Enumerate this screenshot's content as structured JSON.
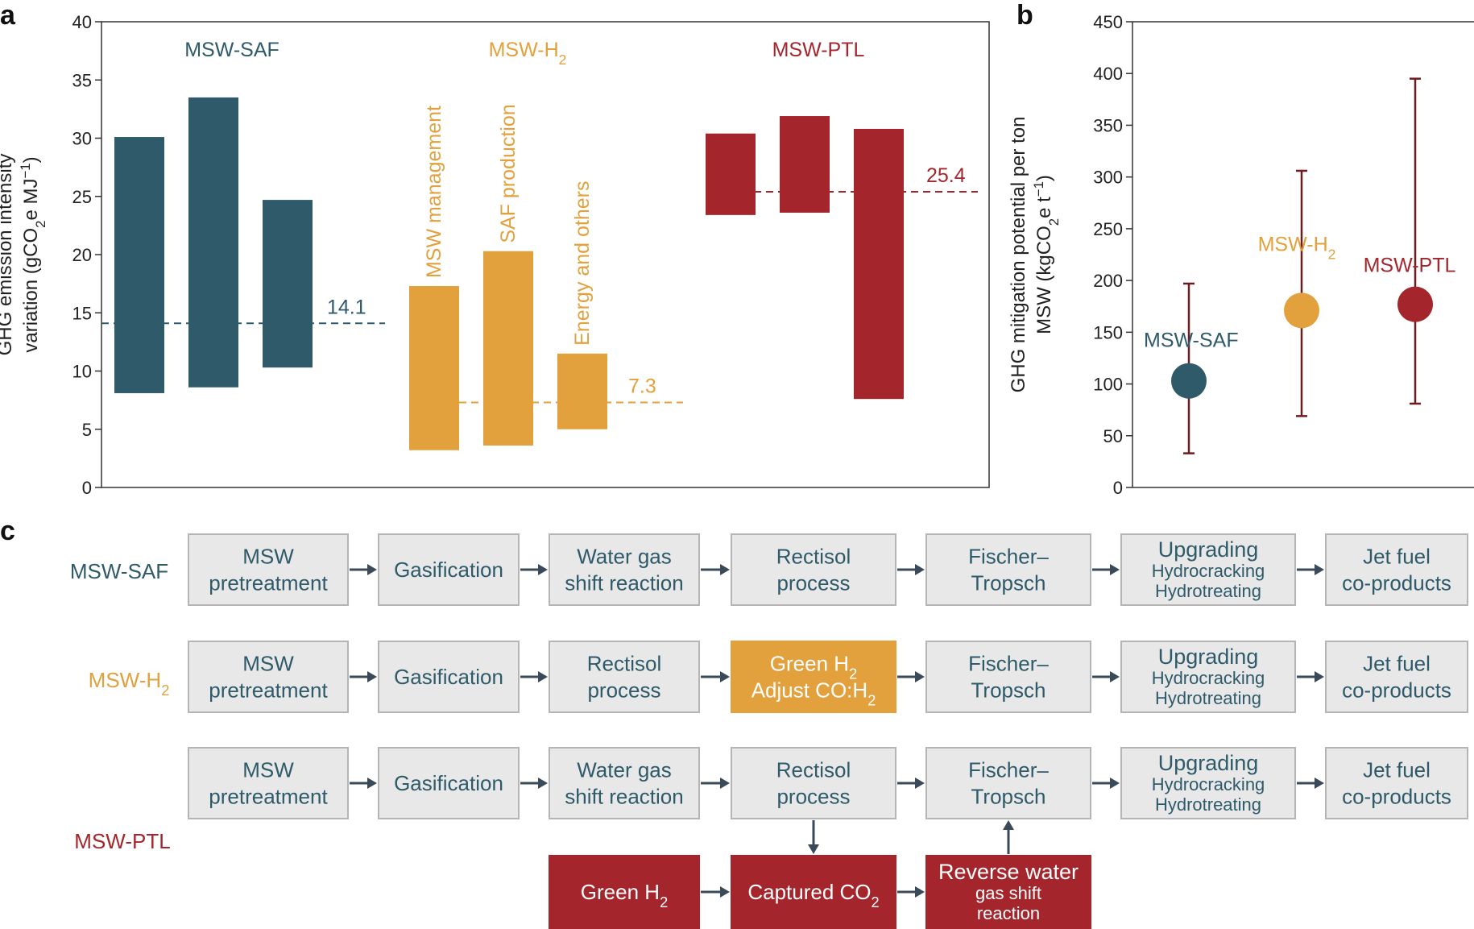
{
  "colors": {
    "saf": "#2e5a6a",
    "h2": "#e3a13d",
    "ptl": "#a4262c",
    "box_fill": "#e8e8e8",
    "box_stroke": "#b5b5b5",
    "arrow": "#3a4a58"
  },
  "chart_data": [
    {
      "panel": "a",
      "type": "bar",
      "ylabel_line1": "GHG emission intensity",
      "ylabel_line2_pre": "variation (gCO",
      "ylabel_line2_sub": "2",
      "ylabel_line2_mid": "e MJ",
      "ylabel_line2_sup": "−1",
      "ylabel_line2_post": ")",
      "ylim": [
        0,
        40
      ],
      "yticks": [
        0,
        5,
        10,
        15,
        20,
        25,
        30,
        35,
        40
      ],
      "grid": false,
      "groups": [
        {
          "label": "MSW-SAF",
          "label_sub": "",
          "color": "saf",
          "bars": [
            {
              "label": "",
              "low": 8.1,
              "high": 30.1
            },
            {
              "label": "",
              "low": 8.6,
              "high": 33.5
            },
            {
              "label": "",
              "low": 10.3,
              "high": 24.7
            }
          ],
          "mean": 14.1,
          "mean_label": "14.1"
        },
        {
          "label": "MSW-H",
          "label_sub": "2",
          "color": "h2",
          "bars": [
            {
              "label": "MSW management",
              "low": 3.2,
              "high": 17.3
            },
            {
              "label": "SAF production",
              "low": 3.6,
              "high": 20.3
            },
            {
              "label": "Energy and others",
              "low": 5.0,
              "high": 11.5
            }
          ],
          "mean": 7.3,
          "mean_label": "7.3"
        },
        {
          "label": "MSW-PTL",
          "label_sub": "",
          "color": "ptl",
          "bars": [
            {
              "label": "",
              "low": 23.4,
              "high": 30.4
            },
            {
              "label": "",
              "low": 23.6,
              "high": 31.9
            },
            {
              "label": "",
              "low": 7.6,
              "high": 30.8
            }
          ],
          "mean": 25.4,
          "mean_label": "25.4"
        }
      ]
    },
    {
      "panel": "b",
      "type": "scatter",
      "ylabel_line1": "GHG mitigation potential per ton",
      "ylabel_line2_pre": "MSW (kgCO",
      "ylabel_line2_sub": "2",
      "ylabel_line2_mid": "e t",
      "ylabel_line2_sup": "−1",
      "ylabel_line2_post": ")",
      "ylim": [
        0,
        450
      ],
      "yticks": [
        0,
        50,
        100,
        150,
        200,
        250,
        300,
        350,
        400,
        450
      ],
      "grid": false,
      "points": [
        {
          "label": "MSW-SAF",
          "label_sub": "",
          "color": "saf",
          "value": 103,
          "low": 33,
          "high": 197
        },
        {
          "label": "MSW-H",
          "label_sub": "2",
          "color": "h2",
          "value": 171,
          "low": 69,
          "high": 306
        },
        {
          "label": "MSW-PTL",
          "label_sub": "",
          "color": "ptl",
          "value": 177,
          "low": 81,
          "high": 395
        }
      ]
    }
  ],
  "panel_labels": {
    "a": "a",
    "b": "b",
    "c": "c"
  },
  "flow": {
    "rows": [
      {
        "label": "MSW-SAF",
        "label_sub": "",
        "color": "saf",
        "steps": [
          {
            "lines": [
              "MSW",
              "pretreatment"
            ]
          },
          {
            "lines": [
              "Gasification"
            ]
          },
          {
            "lines": [
              "Water gas",
              "shift reaction"
            ]
          },
          {
            "lines": [
              "Rectisol",
              "process"
            ]
          },
          {
            "lines": [
              "Fischer–",
              "Tropsch"
            ]
          },
          {
            "lines": [
              "Upgrading",
              "Hydrocracking",
              "Hydrotreating"
            ]
          },
          {
            "lines": [
              "Jet fuel",
              "co-products"
            ]
          }
        ]
      },
      {
        "label": "MSW-H",
        "label_sub": "2",
        "color": "h2",
        "steps": [
          {
            "lines": [
              "MSW",
              "pretreatment"
            ]
          },
          {
            "lines": [
              "Gasification"
            ]
          },
          {
            "lines": [
              "Rectisol",
              "process"
            ]
          },
          {
            "lines": [
              "Green H|2",
              "Adjust CO:H|2"
            ],
            "highlight": "h2"
          },
          {
            "lines": [
              "Fischer–",
              "Tropsch"
            ]
          },
          {
            "lines": [
              "Upgrading",
              "Hydrocracking",
              "Hydrotreating"
            ]
          },
          {
            "lines": [
              "Jet fuel",
              "co-products"
            ]
          }
        ]
      },
      {
        "label": "MSW-PTL",
        "label_sub": "",
        "color": "ptl",
        "steps": [
          {
            "lines": [
              "MSW",
              "pretreatment"
            ]
          },
          {
            "lines": [
              "Gasification"
            ]
          },
          {
            "lines": [
              "Water gas",
              "shift reaction"
            ]
          },
          {
            "lines": [
              "Rectisol",
              "process"
            ]
          },
          {
            "lines": [
              "Fischer–",
              "Tropsch"
            ]
          },
          {
            "lines": [
              "Upgrading",
              "Hydrocracking",
              "Hydrotreating"
            ]
          },
          {
            "lines": [
              "Jet fuel",
              "co-products"
            ]
          }
        ]
      }
    ],
    "ptl_extra": [
      {
        "lines": [
          "Green H|2"
        ]
      },
      {
        "lines": [
          "Captured CO|2"
        ]
      },
      {
        "lines": [
          "Reverse water",
          "gas shift",
          "reaction"
        ]
      }
    ]
  }
}
